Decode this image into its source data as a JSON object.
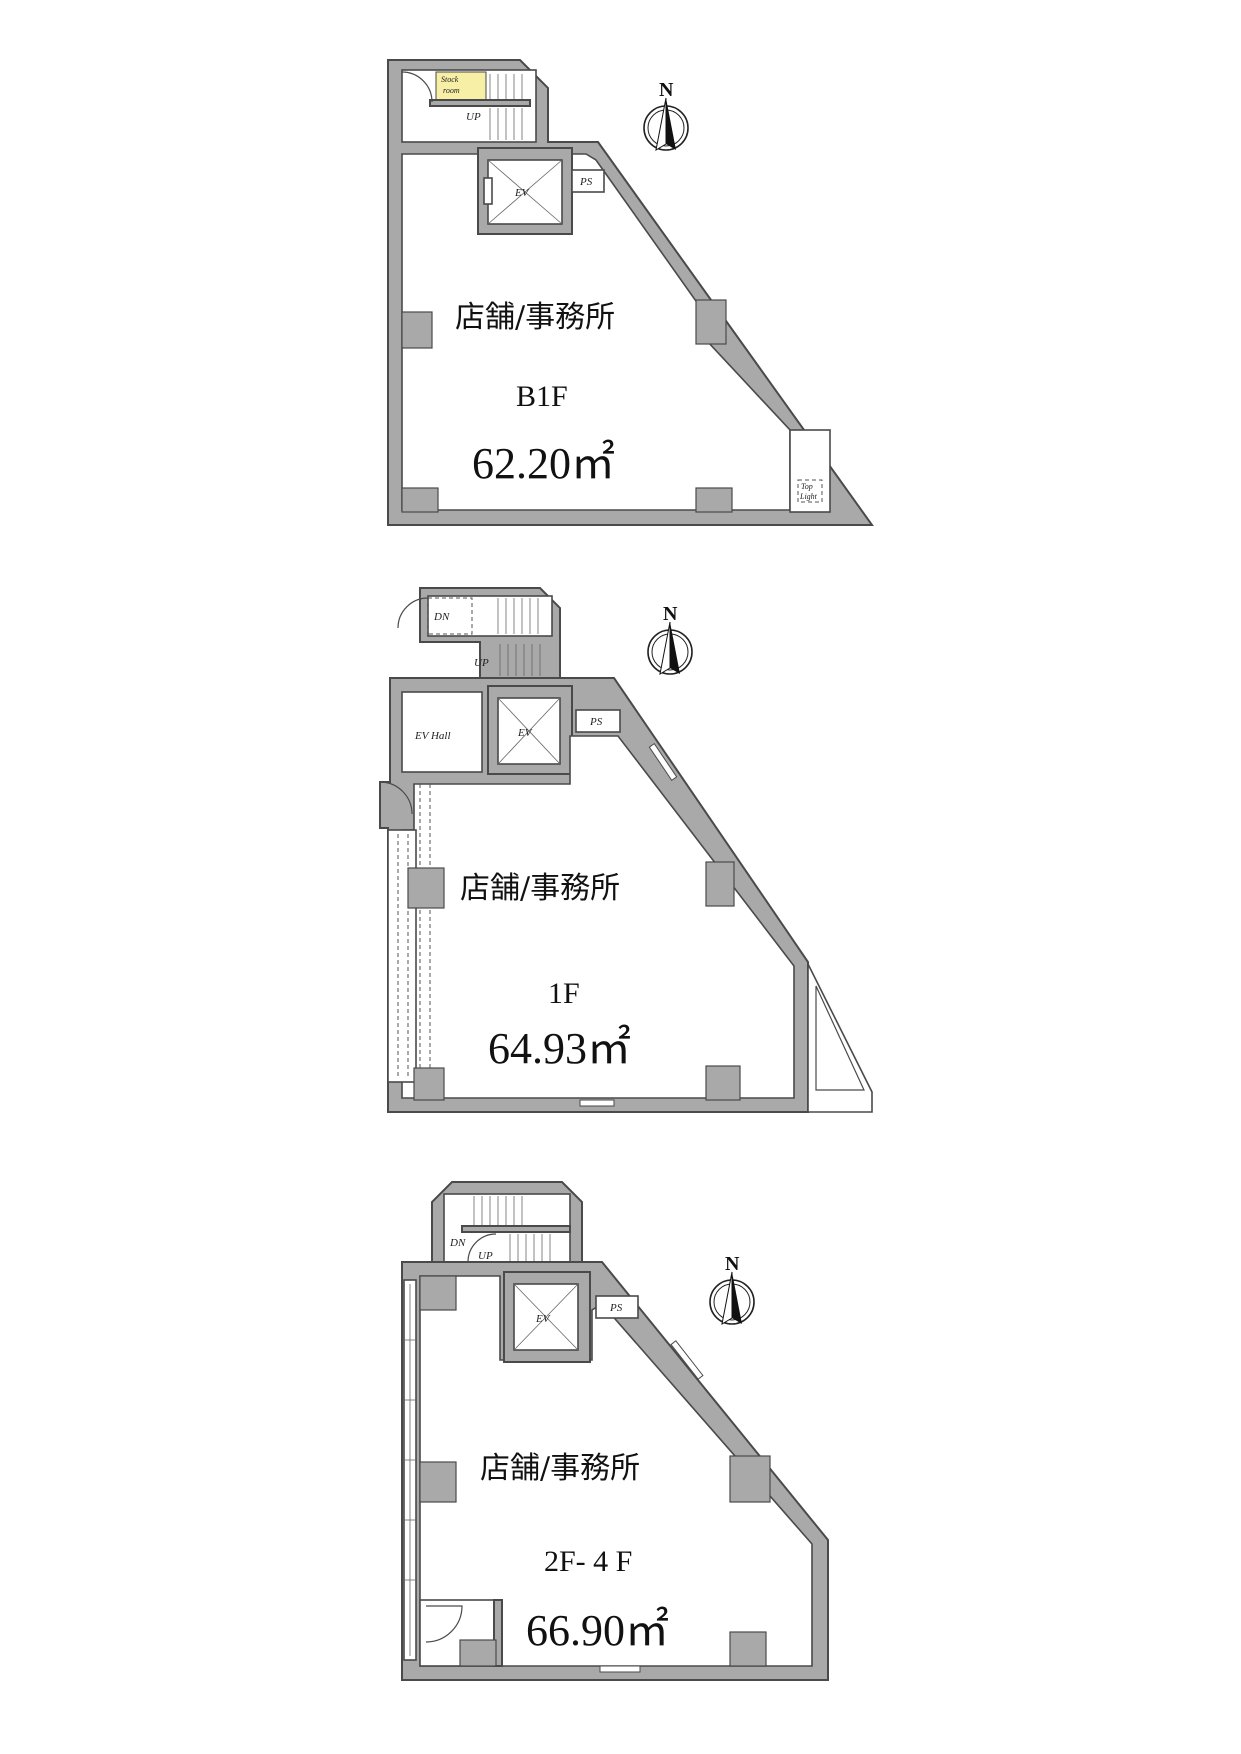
{
  "plans": [
    {
      "room_label": "店舗/事務所",
      "floor_label": "B1F",
      "area_label": "62.20㎡",
      "labels": {
        "stock": "Stock",
        "stock2": "room",
        "up": "UP",
        "ev": "EV",
        "ps": "PS",
        "top": "Top",
        "light": "Light"
      }
    },
    {
      "room_label": "店舗/事務所",
      "floor_label": "1F",
      "area_label": "64.93㎡",
      "labels": {
        "dn": "DN",
        "up": "UP",
        "ev_hall": "EV Hall",
        "ev": "EV",
        "ps": "PS"
      }
    },
    {
      "room_label": "店舗/事務所",
      "floor_label": "2F- 4 F",
      "area_label": "66.90㎡",
      "labels": {
        "dn": "DN",
        "up": "UP",
        "ev": "EV",
        "ps": "PS"
      }
    }
  ],
  "compass": {
    "label": "N"
  },
  "colors": {
    "wall": "#a9a9a9",
    "stock_room": "#f7efa6",
    "line": "#4a4a4a"
  }
}
